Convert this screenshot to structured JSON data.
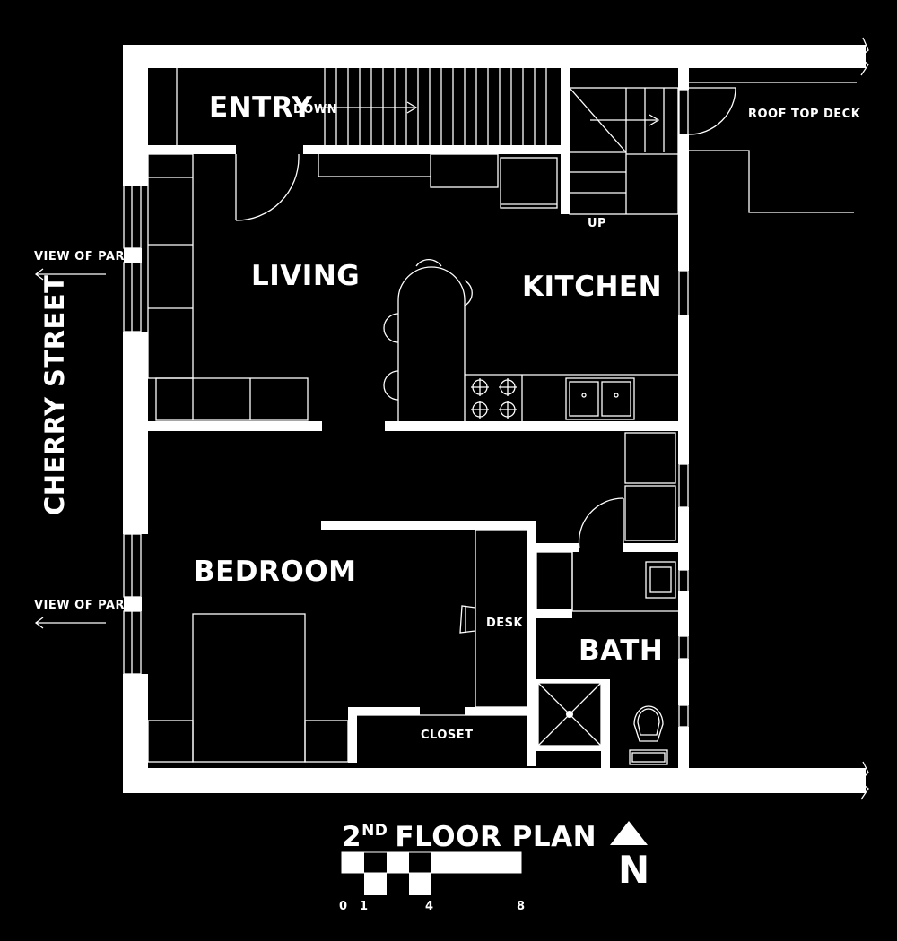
{
  "labels": {
    "entry": "ENTRY",
    "down": "DOWN",
    "roof_deck": "ROOF TOP DECK",
    "up": "UP",
    "living": "LIVING",
    "kitchen": "KITCHEN",
    "view_park_top": "VIEW OF PARK",
    "view_park_bottom": "VIEW OF PARK",
    "street": "CHERRY STREET",
    "bedroom": "BEDROOM",
    "desk": "DESK",
    "bath": "BATH",
    "closet": "CLOSET"
  },
  "title": {
    "floor_num": "2",
    "floor_sup": "ND",
    "floor_text": "FLOOR PLAN"
  },
  "compass": {
    "label": "N"
  },
  "scale": {
    "ticks": [
      "0",
      "1",
      "4",
      "8"
    ]
  }
}
